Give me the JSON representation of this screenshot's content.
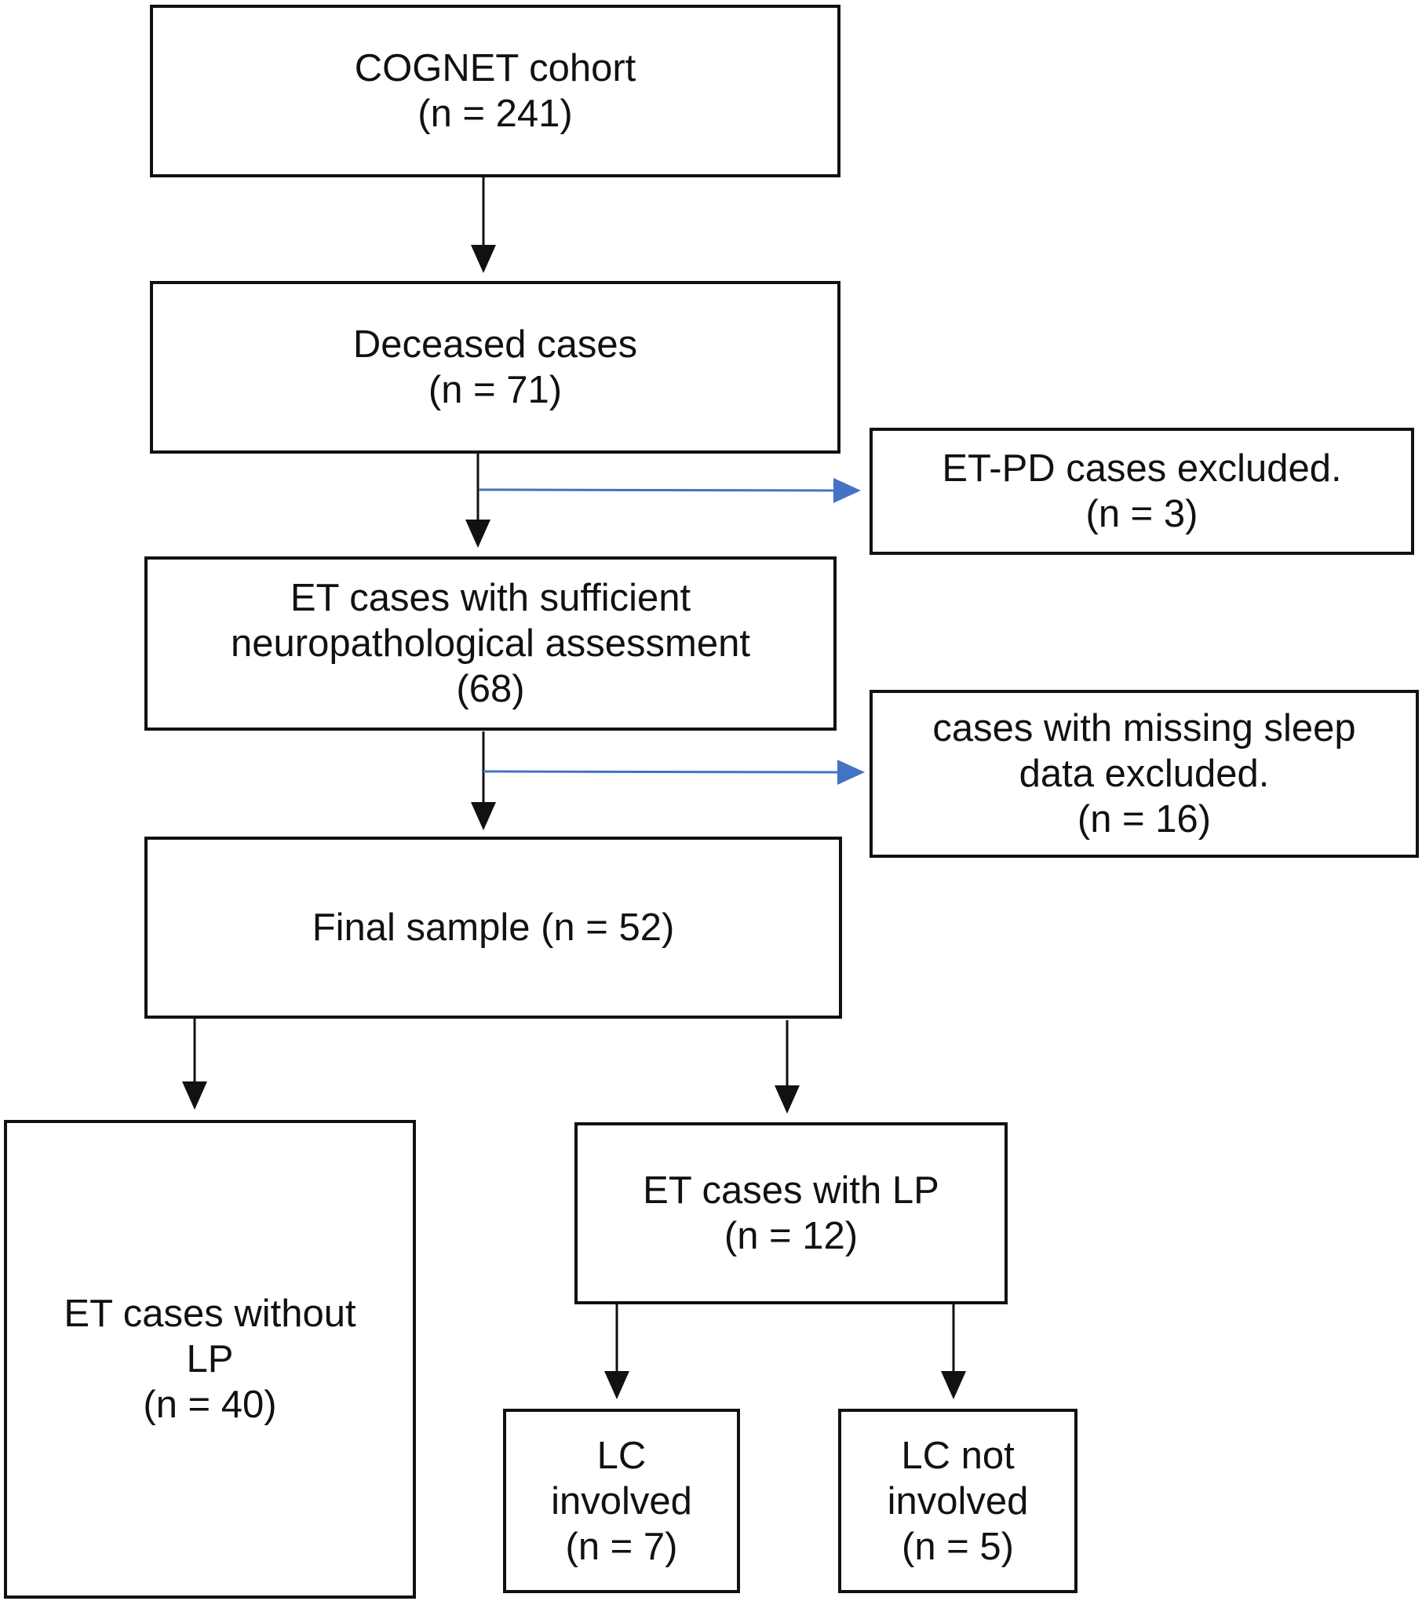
{
  "boxes": {
    "cognet": {
      "lines": [
        "COGNET cohort",
        "(n = 241)"
      ]
    },
    "deceased": {
      "lines": [
        "Deceased cases",
        "(n = 71)"
      ]
    },
    "etpd_excluded": {
      "lines": [
        "ET-PD cases excluded.",
        "(n = 3)"
      ]
    },
    "et_sufficient": {
      "lines": [
        "ET cases with sufficient",
        "neuropathological assessment",
        "(68)"
      ]
    },
    "missing_sleep": {
      "lines": [
        "cases with missing sleep",
        "data excluded.",
        "(n = 16)"
      ]
    },
    "final_sample": {
      "lines": [
        "Final sample (n = 52)"
      ]
    },
    "et_without_lp": {
      "lines": [
        "ET cases without",
        "LP",
        "(n = 40)"
      ]
    },
    "et_with_lp": {
      "lines": [
        "ET cases with LP",
        "(n = 12)"
      ]
    },
    "lc_involved": {
      "lines": [
        "LC",
        "involved",
        "(n = 7)"
      ]
    },
    "lc_not_involved": {
      "lines": [
        "LC not",
        "involved",
        "(n = 5)"
      ]
    }
  },
  "colors": {
    "main_arrow": "#111111",
    "exclusion_arrow": "#4472c4"
  }
}
